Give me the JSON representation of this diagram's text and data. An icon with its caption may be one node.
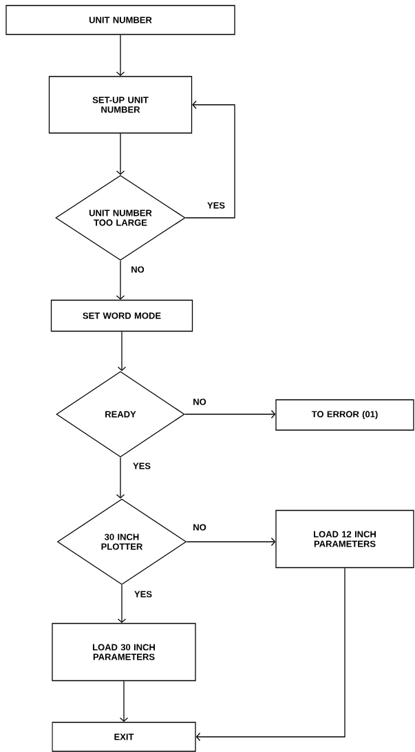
{
  "diagram": {
    "nodes": [
      {
        "text": [
          "UNIT NUMBER"
        ]
      },
      {
        "text": [
          "SET-UP UNIT NUMBER"
        ]
      },
      {
        "text": [
          "UNIT NUMBER TOO LARGE"
        ]
      },
      {
        "text": [
          "SET WORD MODE"
        ]
      },
      {
        "text": [
          "READY"
        ]
      },
      {
        "text": [
          "TO ERROR (01)"
        ]
      },
      {
        "text": [
          "30 INCH PLOTTER"
        ]
      },
      {
        "text": [
          "LOAD 12 INCH PARAMETERS"
        ]
      },
      {
        "text": [
          "LOAD 30 INCH PARAMETERS"
        ]
      },
      {
        "text": [
          "EXIT"
        ]
      }
    ],
    "edges": [
      {
        "from": 0,
        "to": 1,
        "arrow": "to"
      },
      {
        "from": 1,
        "to": 2,
        "arrow": "to"
      },
      {
        "from": 2,
        "to": 1,
        "arrow": "to",
        "label": "YES"
      },
      {
        "from": 2,
        "to": 3,
        "arrow": "to",
        "label": "NO"
      },
      {
        "from": 3,
        "to": 4,
        "arrow": "to"
      },
      {
        "from": 4,
        "to": 5,
        "arrow": "to",
        "label": "NO"
      },
      {
        "from": 4,
        "to": 6,
        "arrow": "to",
        "label": "YES"
      },
      {
        "from": 6,
        "to": 7,
        "arrow": "to",
        "label": "NO"
      },
      {
        "from": 6,
        "to": 8,
        "arrow": "to",
        "label": "YES"
      },
      {
        "from": 8,
        "to": 9,
        "arrow": "to"
      },
      {
        "from": 7,
        "to": 9,
        "arrow": "to"
      }
    ]
  }
}
